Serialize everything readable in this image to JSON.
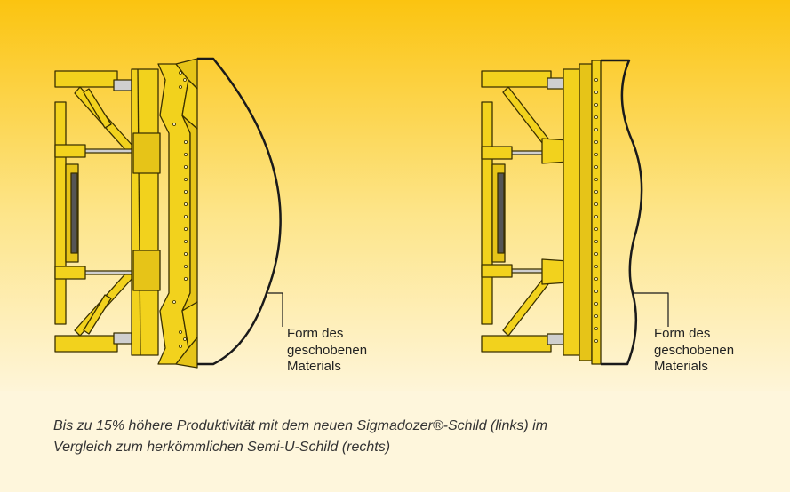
{
  "colors": {
    "background_top": "#fbc410",
    "background_bottom": "#fdf0c8",
    "machine_yellow": "#f2d21d",
    "machine_outline": "#3a3000",
    "text": "#222222"
  },
  "diagrams": {
    "left": {
      "label_lines": [
        "Form des",
        "geschobenen",
        "Materials"
      ]
    },
    "right": {
      "label_lines": [
        "Form des",
        "geschobenen",
        "Materials"
      ]
    }
  },
  "caption": {
    "line1": "Bis zu 15% höhere Produktivität mit dem neuen Sigmadozer®-Schild (links) im",
    "line2": "Vergleich zum herkömmlichen Semi-U-Schild (rechts)"
  }
}
